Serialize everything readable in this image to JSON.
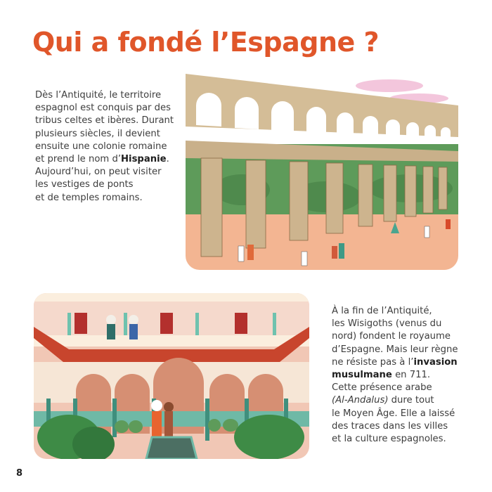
{
  "page": {
    "title": "Qui a fondé l’Espagne ?",
    "page_number": "8",
    "accent_color": "#e0562a"
  },
  "section1": {
    "lines": [
      "Dès l’Antiquité, le territoire",
      "espagnol est conquis par des",
      "tribus celtes et ibères. Durant",
      "plusieurs siècles, il devient",
      "ensuite une colonie romaine",
      "et prend le nom d’",
      "Hispanie",
      ".",
      "Aujourd’hui, on peut visiter",
      "les vestiges de ponts",
      "et de temples romains."
    ],
    "illustration": "roman-aqueduct-illustration"
  },
  "section2": {
    "lines": [
      "À la fin de l’Antiquité,",
      "les Wisigoths (venus du",
      "nord) fondent le royaume",
      "d’Espagne. Mais leur règne",
      "ne résiste pas à l’",
      "invasion",
      "musulmane",
      " en 711.",
      "Cette présence arabe",
      "(Al-Andalus)",
      " dure tout",
      "le Moyen Âge. Elle a laissé",
      "des traces dans les villes",
      "et la culture espagnoles."
    ],
    "illustration": "andalusian-patio-illustration"
  }
}
